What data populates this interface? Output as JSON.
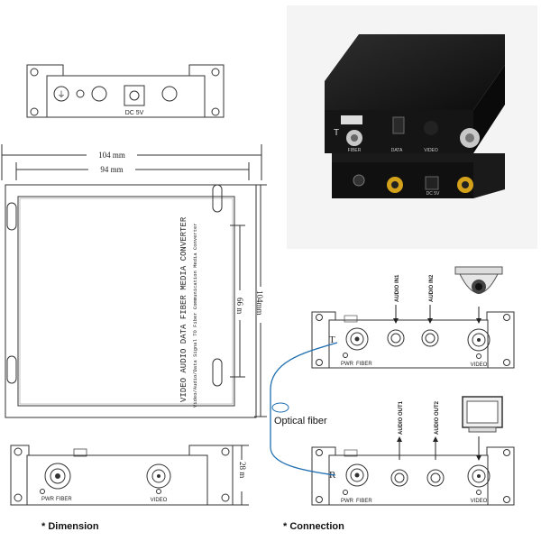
{
  "dimensions": {
    "width_outer": "104 mm",
    "width_inner": "94 mm",
    "depth_inner": "66 m",
    "depth_outer": "104mm",
    "height": "28 m"
  },
  "top_panel": {
    "ground_symbol": "⏚",
    "dc_label": "DC 5V"
  },
  "device_top": {
    "title": "VIDEO AUDIO DATA FIBER MEDIA CONVERTER",
    "subtitle": "Video/Audio/Data Signal TO Fiber Communication Media Converter"
  },
  "front_panel_labels": {
    "pwr": "PWR",
    "fiber": "FIBER",
    "video": "VIDEO"
  },
  "photo": {
    "t_label": "T",
    "fiber": "FIBER",
    "data": "DATA",
    "video": "VIDEO",
    "dc": "DC 5V"
  },
  "transmitter": {
    "side_letter": "T",
    "audio_in_1": "AUDIO IN1",
    "audio_in_2": "AUDIO IN2",
    "pwr": "PWR",
    "fiber": "FIBER",
    "video": "VIDEO"
  },
  "receiver": {
    "side_letter": "R",
    "audio_out_1": "AUDIO OUT1",
    "audio_out_2": "AUDIO OUT2",
    "pwr": "PWR",
    "fiber": "FIBER",
    "video": "VIDEO"
  },
  "optical_label": "Optical fiber",
  "captions": {
    "dimension": "* Dimension",
    "connection": "* Connection"
  },
  "colors": {
    "line": "#333333",
    "fiber_line": "#1f6fb2",
    "device_dark": "#1a1a1a"
  }
}
